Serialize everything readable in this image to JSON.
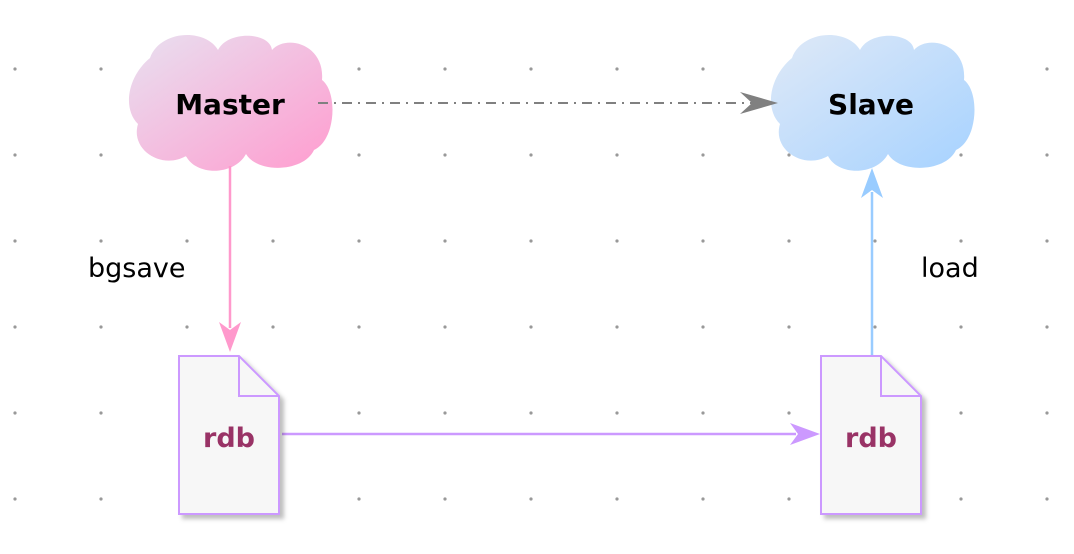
{
  "nodes": {
    "master": {
      "label": "Master"
    },
    "slave": {
      "label": "Slave"
    },
    "rdb_master": {
      "label": "rdb"
    },
    "rdb_slave": {
      "label": "rdb"
    }
  },
  "edges": {
    "master_to_rdb": {
      "label": "bgsave"
    },
    "rdb_to_slave": {
      "label": "load"
    }
  },
  "colors": {
    "master_edge": "#ff99cc",
    "slave_edge": "#99ccff",
    "file_edge": "#cc99ff",
    "replication_edge": "#808080",
    "rdb_text": "#993366",
    "file_fill": "#f7f7f7",
    "grid_dot": "#999999"
  }
}
